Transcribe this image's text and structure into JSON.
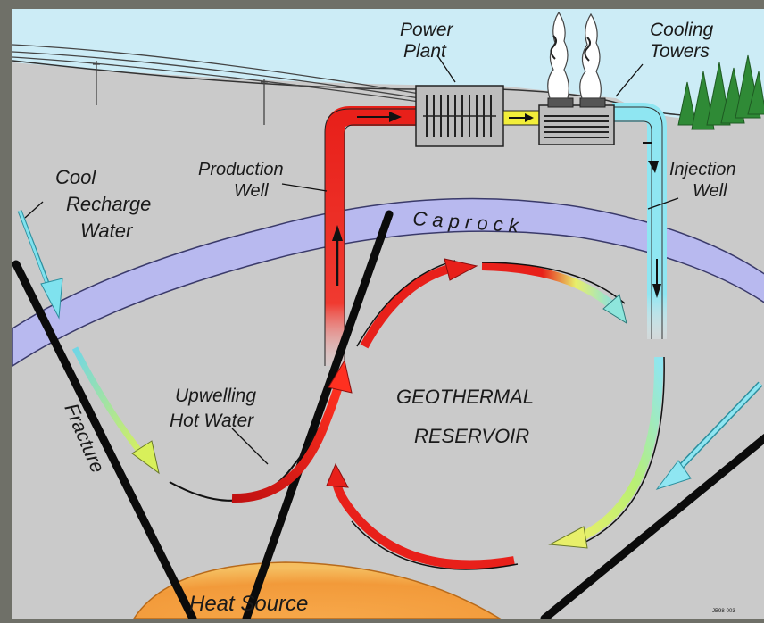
{
  "labels": {
    "power_plant_line1": "Power",
    "power_plant_line2": "Plant",
    "cooling_towers_line1": "Cooling",
    "cooling_towers_line2": "Towers",
    "production_well_line1": "Production",
    "production_well_line2": "Well",
    "injection_well_line1": "Injection",
    "injection_well_line2": "Well",
    "cool_recharge_line1": "Cool",
    "cool_recharge_line2": "Recharge",
    "cool_recharge_line3": "Water",
    "caprock": "C a p r o c k",
    "upwelling_line1": "Upwelling",
    "upwelling_line2": "Hot Water",
    "reservoir_line1": "GEOTHERMAL",
    "reservoir_line2": "RESERVOIR",
    "fracture": "Fracture",
    "heat_source": "Heat Source",
    "corner_code": "JB98-003"
  },
  "colors": {
    "sky": "#ccecf6",
    "ground": "#c9c9c9",
    "caprock": "#b8b9ef",
    "hot": "#e8201a",
    "cold": "#8fe6f2",
    "warm": "#c8f07a",
    "heat": "#f29a3a",
    "frame": "#6f7068"
  }
}
